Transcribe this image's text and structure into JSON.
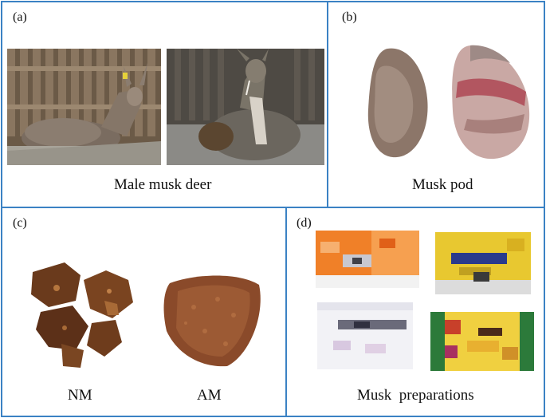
{
  "panels": {
    "a": {
      "label": "(a)",
      "caption": "Male musk deer"
    },
    "b": {
      "label": "(b)",
      "caption": "Musk pod"
    },
    "c": {
      "label": "(c)",
      "captions": [
        "NM",
        "AM"
      ]
    },
    "d": {
      "label": "(d)",
      "caption": "Musk  preparations"
    }
  },
  "colors": {
    "border": "#3b82c4"
  }
}
